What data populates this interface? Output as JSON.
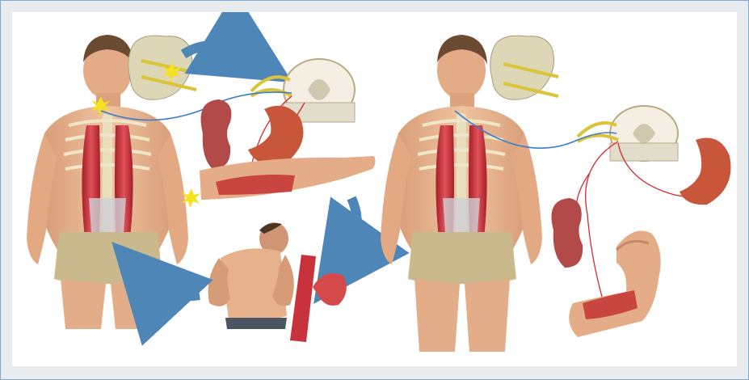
{
  "colors": {
    "frame_border": "#7fa8c9",
    "frame_bg": "#e9ecef",
    "canvas_bg": "#ffffff",
    "arrow": "#4f86b8",
    "nerve_blue": "#3d7cc9",
    "nerve_red": "#d8262f",
    "nerve_yellow": "#d9c43a",
    "skin": "#e9b48e",
    "muscle": "#c8323a",
    "shorts": "#cbb98e",
    "bone": "#ddd6b7",
    "pain_star": "#f5e21e"
  },
  "panels": [
    {
      "id": "left-panel",
      "icons": [
        "back-figure",
        "vertebra-icon",
        "spinal-cord-icon",
        "kidney-icon",
        "stomach-icon",
        "arm-icon",
        "pain-star-icon",
        "back-pain-figure",
        "muscle-fiber-icon",
        "blood-vessel-icon",
        "cycle-arrow-icon"
      ]
    },
    {
      "id": "right-panel",
      "icons": [
        "back-figure",
        "vertebra-icon",
        "spinal-cord-icon",
        "stomach-icon",
        "kidney-icon",
        "flexed-arm-icon"
      ]
    }
  ]
}
